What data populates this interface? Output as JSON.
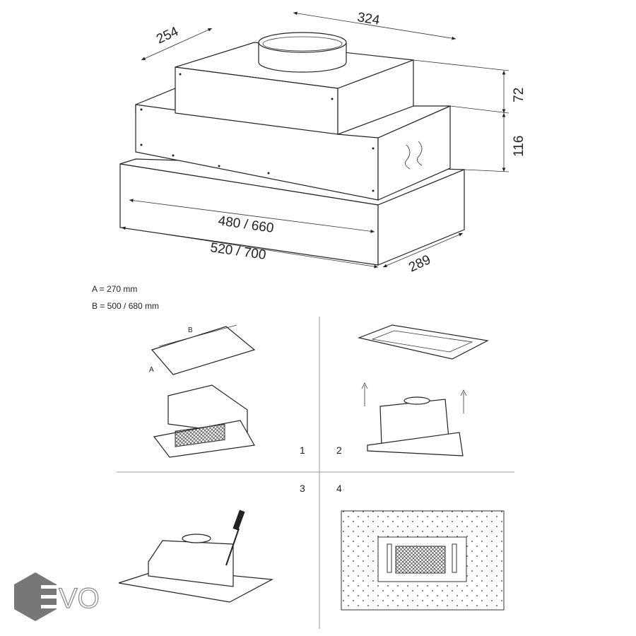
{
  "dimensions": {
    "top_width": "324",
    "top_depth": "254",
    "upper_height": "72",
    "lower_height": "116",
    "inner_width": "480 / 660",
    "outer_width": "520 / 700",
    "depth": "289"
  },
  "notes": {
    "a": "A = 270 mm",
    "b": "B = 500 / 680 mm"
  },
  "step1_labels": {
    "a": "A",
    "b": "B"
  },
  "steps": [
    "1",
    "2",
    "3",
    "4"
  ],
  "logo": {
    "text": "EVO",
    "color": "#777777"
  }
}
